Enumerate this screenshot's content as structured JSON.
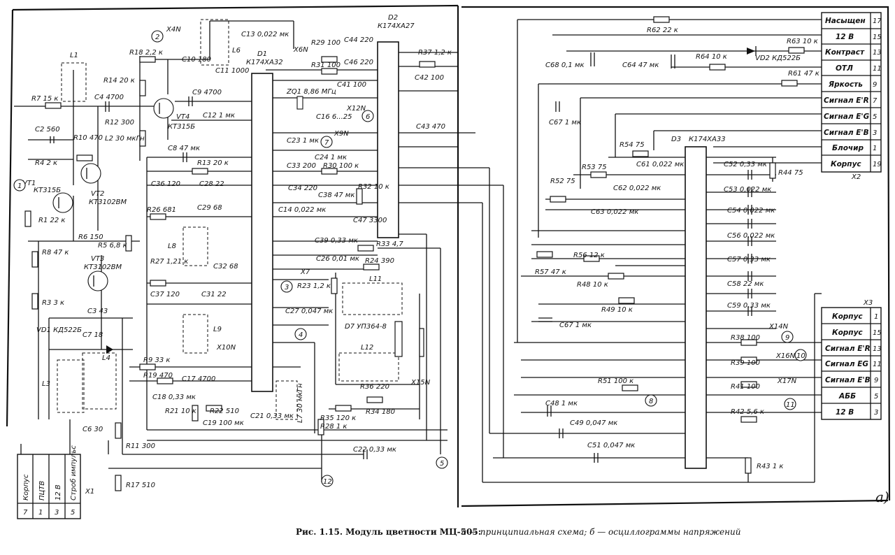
{
  "figure": {
    "caption_title": "Рис. 1.15. Модуль цветности МЦ-505:",
    "caption_text": "а — принципиальная схема; б — осциллограммы напряжений",
    "panel_letter": "а)"
  },
  "ics": {
    "d1": {
      "name": "D1",
      "type": "К174ХА32"
    },
    "d2": {
      "name": "D2",
      "type": "К174ХА27"
    },
    "d3": {
      "name": "D3",
      "type": "К174ХА33"
    }
  },
  "transistors": [
    {
      "id": "VT1",
      "type": "КТ315Б"
    },
    {
      "id": "VT2",
      "type": "КТ3102ВМ"
    },
    {
      "id": "VT3",
      "type": "КТ3102ВМ"
    },
    {
      "id": "VT4",
      "type": "КТ315Б"
    }
  ],
  "connector_x1": {
    "name": "X1",
    "pins": [
      {
        "num": "7",
        "label": "Корпус"
      },
      {
        "num": "1",
        "label": "ПЦТВ"
      },
      {
        "num": "3",
        "label": "12 В"
      },
      {
        "num": "5",
        "label": "Строб импульс"
      }
    ]
  },
  "connector_x2": {
    "name": "X2",
    "pins": [
      {
        "label": "Насыщен",
        "num": "17"
      },
      {
        "label": "12 В",
        "num": "15"
      },
      {
        "label": "Контраст",
        "num": "13"
      },
      {
        "label": "ОТЛ",
        "num": "11"
      },
      {
        "label": "Яркость",
        "num": "9"
      },
      {
        "label": "Сигнал E'R",
        "num": "7"
      },
      {
        "label": "Сигнал E'G",
        "num": "5"
      },
      {
        "label": "Сигнал E'B",
        "num": "3"
      },
      {
        "label": "Блочир",
        "num": "1"
      },
      {
        "label": "Корпус",
        "num": "19"
      }
    ]
  },
  "connector_x3": {
    "name": "X3",
    "pins": [
      {
        "label": "Корпус",
        "num": "1"
      },
      {
        "label": "Корпус",
        "num": "15"
      },
      {
        "label": "Сигнал E'R",
        "num": "13"
      },
      {
        "label": "Сигнал EG",
        "num": "11"
      },
      {
        "label": "Сигнал E'B",
        "num": "9"
      },
      {
        "label": "АББ",
        "num": "5"
      },
      {
        "label": "12 В",
        "num": "3"
      }
    ]
  },
  "left_components": [
    {
      "text": "R7 15 к"
    },
    {
      "text": "C2 560"
    },
    {
      "text": "R4 2 к"
    },
    {
      "text": "L1"
    },
    {
      "text": "R14 20 к"
    },
    {
      "text": "R18 2,2 к"
    },
    {
      "text": "C4 4700"
    },
    {
      "text": "R12 300"
    },
    {
      "text": "L2 30 мкГн"
    },
    {
      "text": "R10 470"
    },
    {
      "text": "R1 22 к"
    },
    {
      "text": "R6 150"
    },
    {
      "text": "R8 47 к"
    },
    {
      "text": "R5 6,8 к"
    },
    {
      "text": "R3 3 к"
    },
    {
      "text": "VD1 КД522Б"
    },
    {
      "text": "C3 43"
    },
    {
      "text": "C7 18"
    },
    {
      "text": "L3"
    },
    {
      "text": "L4"
    },
    {
      "text": "C6 30"
    },
    {
      "text": "R9 33 к"
    },
    {
      "text": "R19 470"
    },
    {
      "text": "C17 4700"
    },
    {
      "text": "C18 0,33 мк"
    },
    {
      "text": "R21 10 к"
    },
    {
      "text": "R22 510"
    },
    {
      "text": "C19 100 мк"
    },
    {
      "text": "C21 0,33 мк"
    },
    {
      "text": "R11 300"
    },
    {
      "text": "R17 510"
    },
    {
      "text": "C10 180"
    },
    {
      "text": "C11 1000"
    },
    {
      "text": "C9 4700"
    },
    {
      "text": "C12 1 мк"
    },
    {
      "text": "C8 47 мк"
    },
    {
      "text": "R13 20 к"
    },
    {
      "text": "C36 120"
    },
    {
      "text": "C28 22"
    },
    {
      "text": "R26 681"
    },
    {
      "text": "C29 68"
    },
    {
      "text": "L8"
    },
    {
      "text": "R27 1,21 к"
    },
    {
      "text": "C32 68"
    },
    {
      "text": "C37 120"
    },
    {
      "text": "C31 22"
    },
    {
      "text": "L9"
    },
    {
      "text": "L6"
    },
    {
      "text": "C13 0,022 мк"
    },
    {
      "text": "X4N"
    },
    {
      "text": "X6N"
    },
    {
      "text": "X10N"
    }
  ],
  "middle_components": [
    {
      "text": "R29 100"
    },
    {
      "text": "C44 220"
    },
    {
      "text": "R31 100"
    },
    {
      "text": "C46 220"
    },
    {
      "text": "C41 100"
    },
    {
      "text": "ZQ1 8,86 МГц"
    },
    {
      "text": "C16 6...25"
    },
    {
      "text": "X12N"
    },
    {
      "text": "C23 1 мк"
    },
    {
      "text": "C24 1 мк"
    },
    {
      "text": "X9N"
    },
    {
      "text": "C33 200"
    },
    {
      "text": "R30 100 к"
    },
    {
      "text": "C34 220"
    },
    {
      "text": "C38 47 мк"
    },
    {
      "text": "R32 10 к"
    },
    {
      "text": "C14 0,022 мк"
    },
    {
      "text": "C47 3300"
    },
    {
      "text": "C39 0,33 мк"
    },
    {
      "text": "R33 4,7"
    },
    {
      "text": "C26 0,01 мк"
    },
    {
      "text": "R24 390"
    },
    {
      "text": "R23 1,2 к"
    },
    {
      "text": "L11"
    },
    {
      "text": "X7"
    },
    {
      "text": "C27 0,047 мк"
    },
    {
      "text": "D7 УП364-8"
    },
    {
      "text": "L12"
    },
    {
      "text": "R36 220"
    },
    {
      "text": "X15N"
    },
    {
      "text": "L7 30 мкГн"
    },
    {
      "text": "R35 120 к"
    },
    {
      "text": "R34 180"
    },
    {
      "text": "R28 1 к"
    },
    {
      "text": "C22 0,33 мк"
    },
    {
      "text": "R37 1,2 к"
    },
    {
      "text": "C42 100"
    },
    {
      "text": "C43 470"
    }
  ],
  "right_components": [
    {
      "text": "R62 22 к"
    },
    {
      "text": "R63 10 к"
    },
    {
      "text": "C68 0,1 мк"
    },
    {
      "text": "C64 47 мк"
    },
    {
      "text": "R64 10 к"
    },
    {
      "text": "VD2 КД522Б"
    },
    {
      "text": "R61 47 к"
    },
    {
      "text": "C67 1 мк"
    },
    {
      "text": "R54 75"
    },
    {
      "text": "R53 75"
    },
    {
      "text": "C61 0,022 мк"
    },
    {
      "text": "R52 75"
    },
    {
      "text": "C62 0,022 мк"
    },
    {
      "text": "C63 0,022 мк"
    },
    {
      "text": "C52 0,33 мк"
    },
    {
      "text": "R44 75"
    },
    {
      "text": "C53 0,022 мк"
    },
    {
      "text": "C54 0,022 мк"
    },
    {
      "text": "C56 0,022 мк"
    },
    {
      "text": "C57 0,33 мк"
    },
    {
      "text": "C58 22 мк"
    },
    {
      "text": "C59 0,33 мк"
    },
    {
      "text": "R56 12 к"
    },
    {
      "text": "R57 47 к"
    },
    {
      "text": "R48 10 к"
    },
    {
      "text": "R49 10 к"
    },
    {
      "text": "C67 1 мк"
    },
    {
      "text": "R38 100"
    },
    {
      "text": "X14N"
    },
    {
      "text": "R39 100"
    },
    {
      "text": "X16N"
    },
    {
      "text": "R41 100"
    },
    {
      "text": "X17N"
    },
    {
      "text": "R42 5,6 к"
    },
    {
      "text": "R51 100 к"
    },
    {
      "text": "C48 1 мк"
    },
    {
      "text": "C49 0,047 мк"
    },
    {
      "text": "C51 0,047 мк"
    },
    {
      "text": "R43 1 к"
    }
  ],
  "test_points": [
    "1",
    "2",
    "3",
    "4",
    "5",
    "6",
    "7",
    "8",
    "9",
    "10",
    "11",
    "12"
  ]
}
